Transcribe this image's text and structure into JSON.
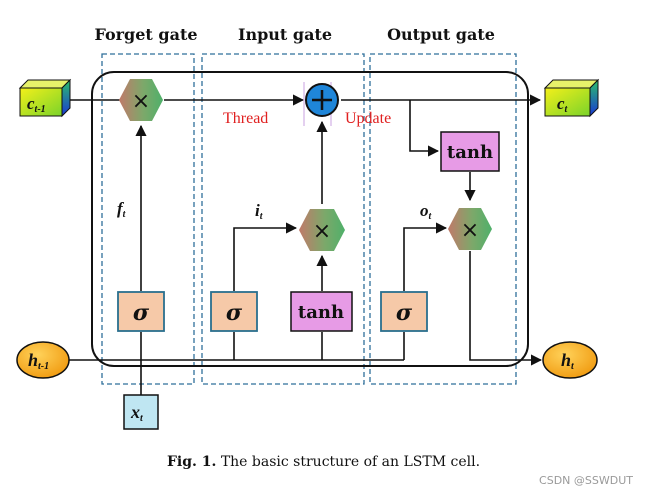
{
  "gates": {
    "forget": "Forget gate",
    "input": "Input gate",
    "output": "Output gate"
  },
  "labels": {
    "thread": "Thread",
    "update": "Update"
  },
  "symbols": {
    "c_prev_base": "c",
    "c_prev_sub": "t-1",
    "c_next_base": "c",
    "c_next_sub": "t",
    "h_prev_base": "h",
    "h_prev_sub": "t-1",
    "h_next_base": "h",
    "h_next_sub": "t",
    "x_base": "x",
    "x_sub": "t",
    "f_base": "f",
    "f_sub": "t",
    "i_base": "i",
    "i_sub": "t",
    "o_base": "o",
    "o_sub": "t"
  },
  "ops": {
    "sigma": "σ",
    "tanh": "tanh",
    "multiply": "×",
    "plus": "+"
  },
  "caption": {
    "fig": "Fig. 1.",
    "text": "The basic structure of an LSTM cell."
  },
  "watermark": "CSDN @SSWDUT",
  "colors": {
    "sigma_fill": "#f6c9a8",
    "tanh_fill": "#e79be6",
    "x_fill": "#bfe6f2",
    "h_fill": "#f5a21c",
    "plus_fill": "#1f86d9",
    "dashed": "#2f6f9a",
    "red_text": "#e02020"
  }
}
